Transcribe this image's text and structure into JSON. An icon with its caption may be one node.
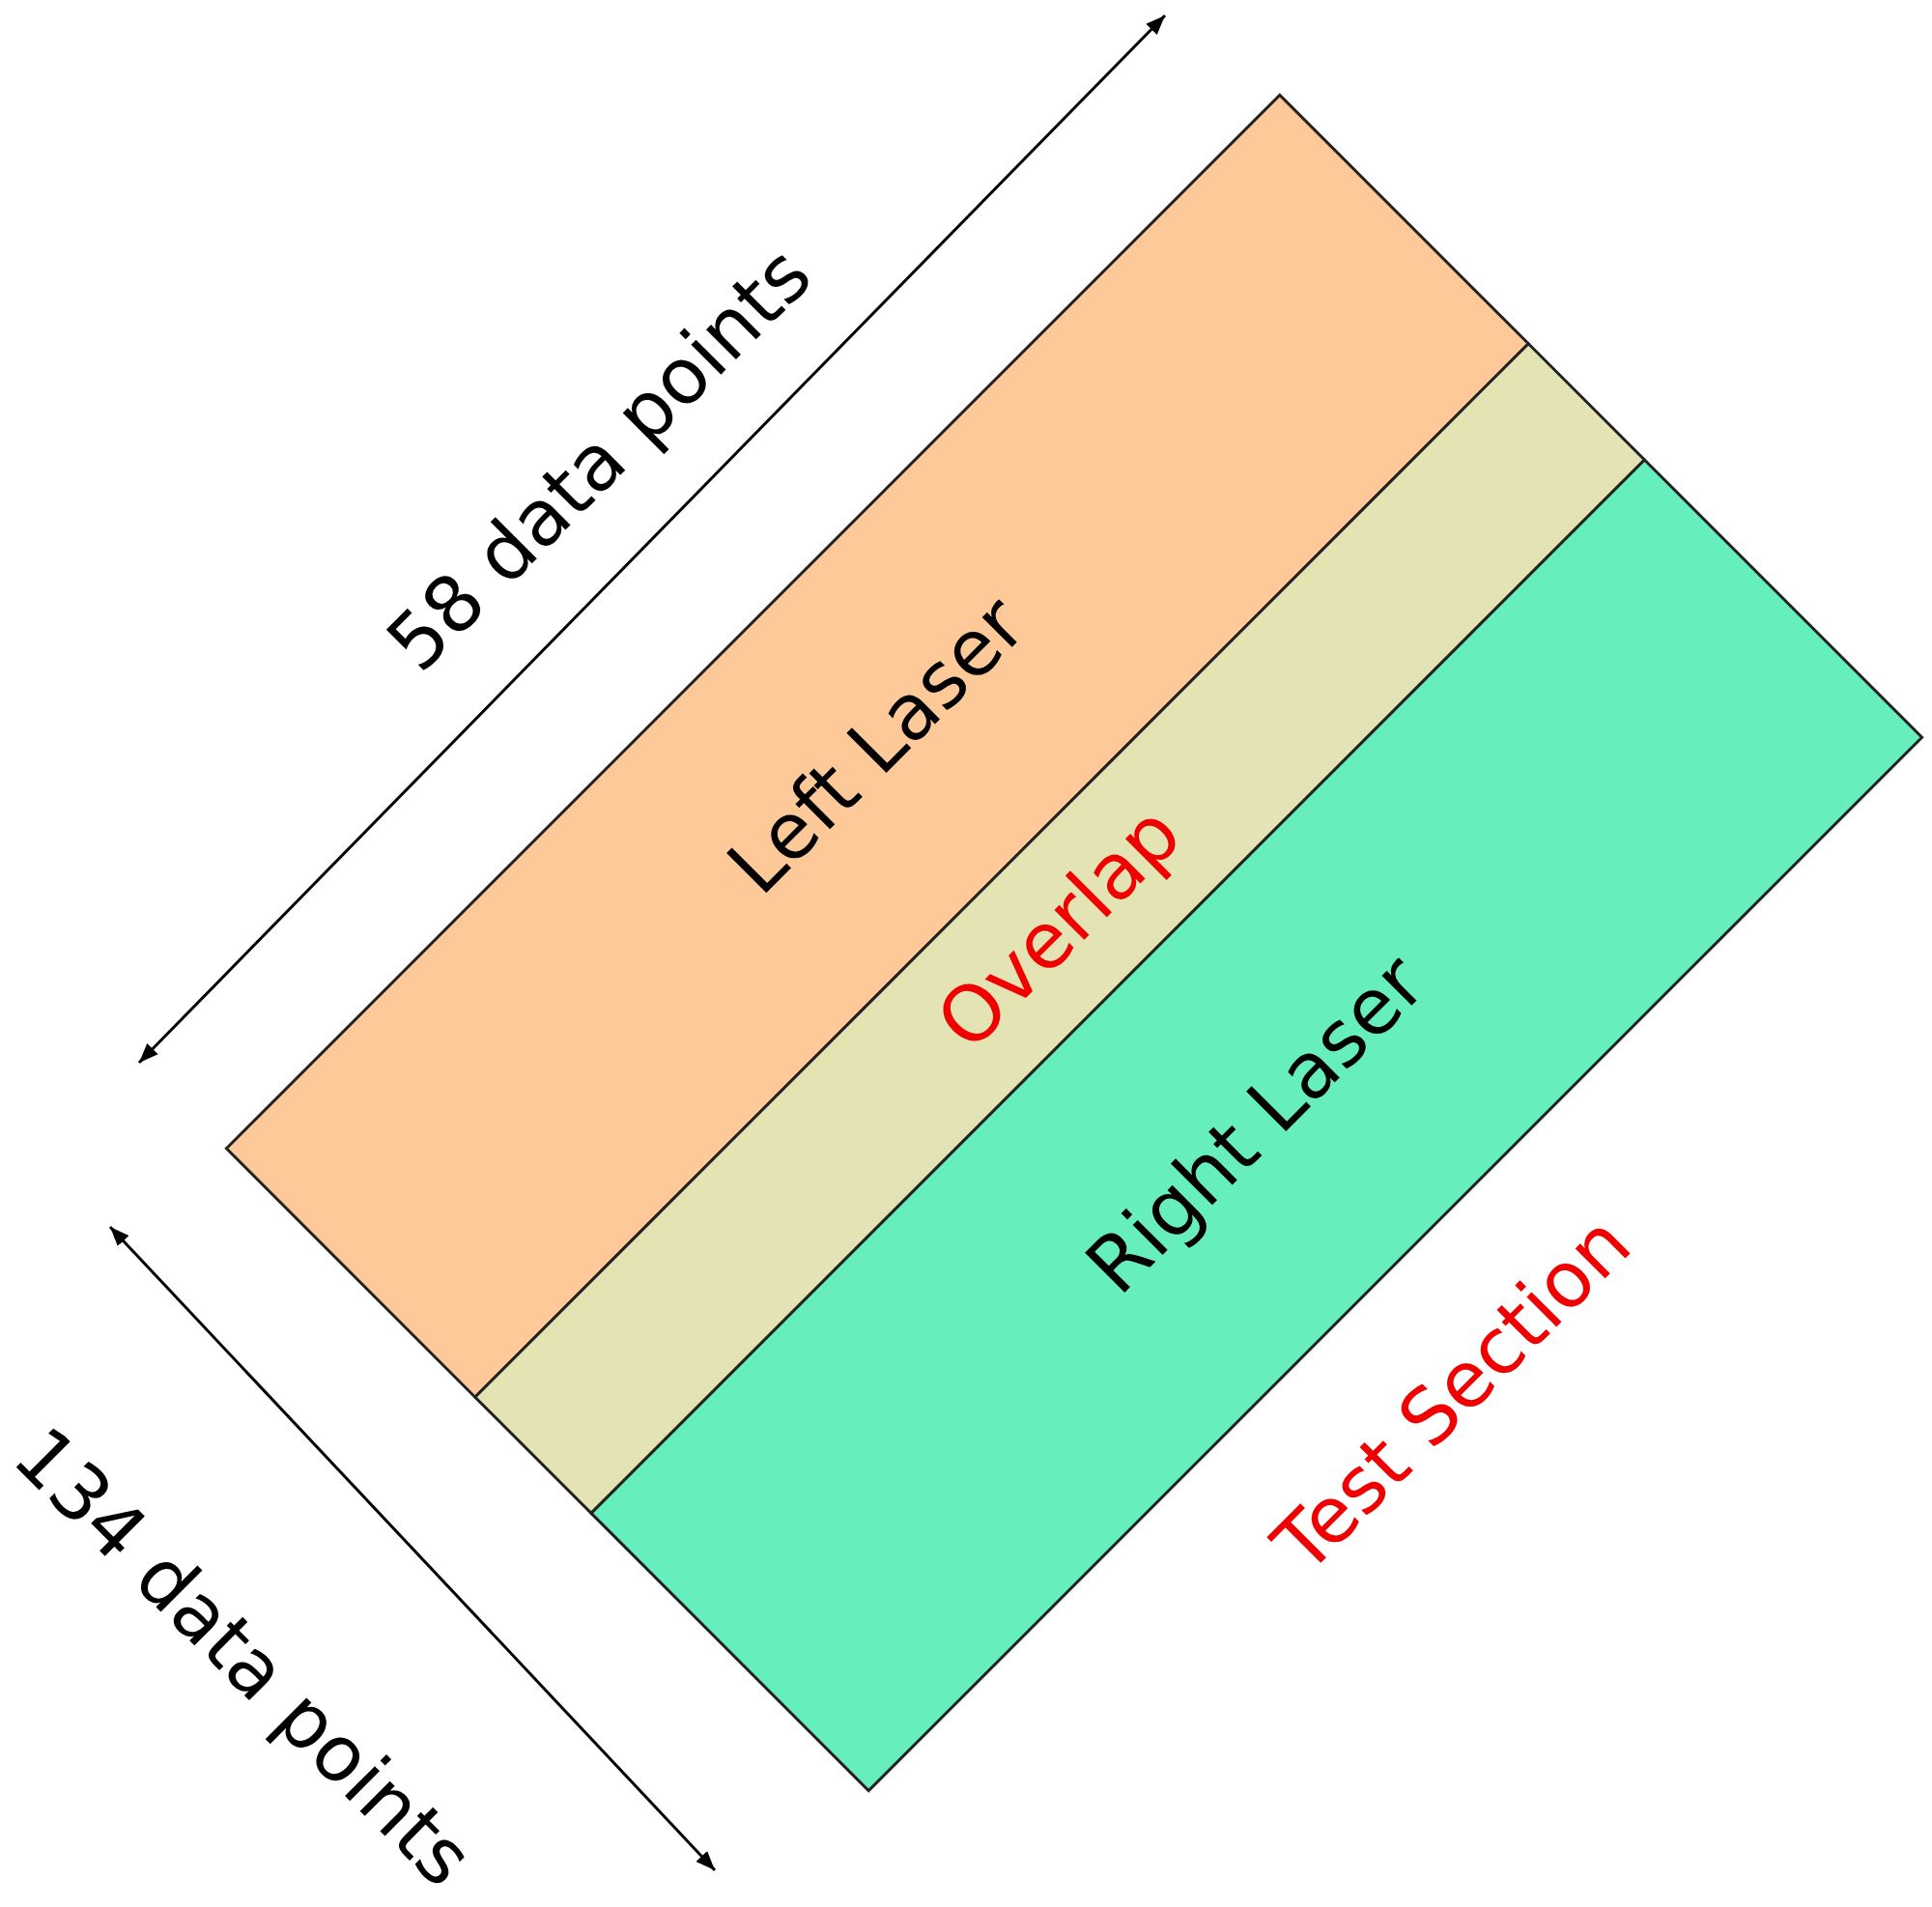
{
  "diagram": {
    "nodes": [
      {
        "text": [
          "Left Laser"
        ]
      },
      {
        "text": [
          "Overlap"
        ]
      },
      {
        "text": [
          "Right Laser"
        ]
      }
    ],
    "labels": [
      "58 data points",
      "134 data points",
      "Test Section"
    ]
  }
}
